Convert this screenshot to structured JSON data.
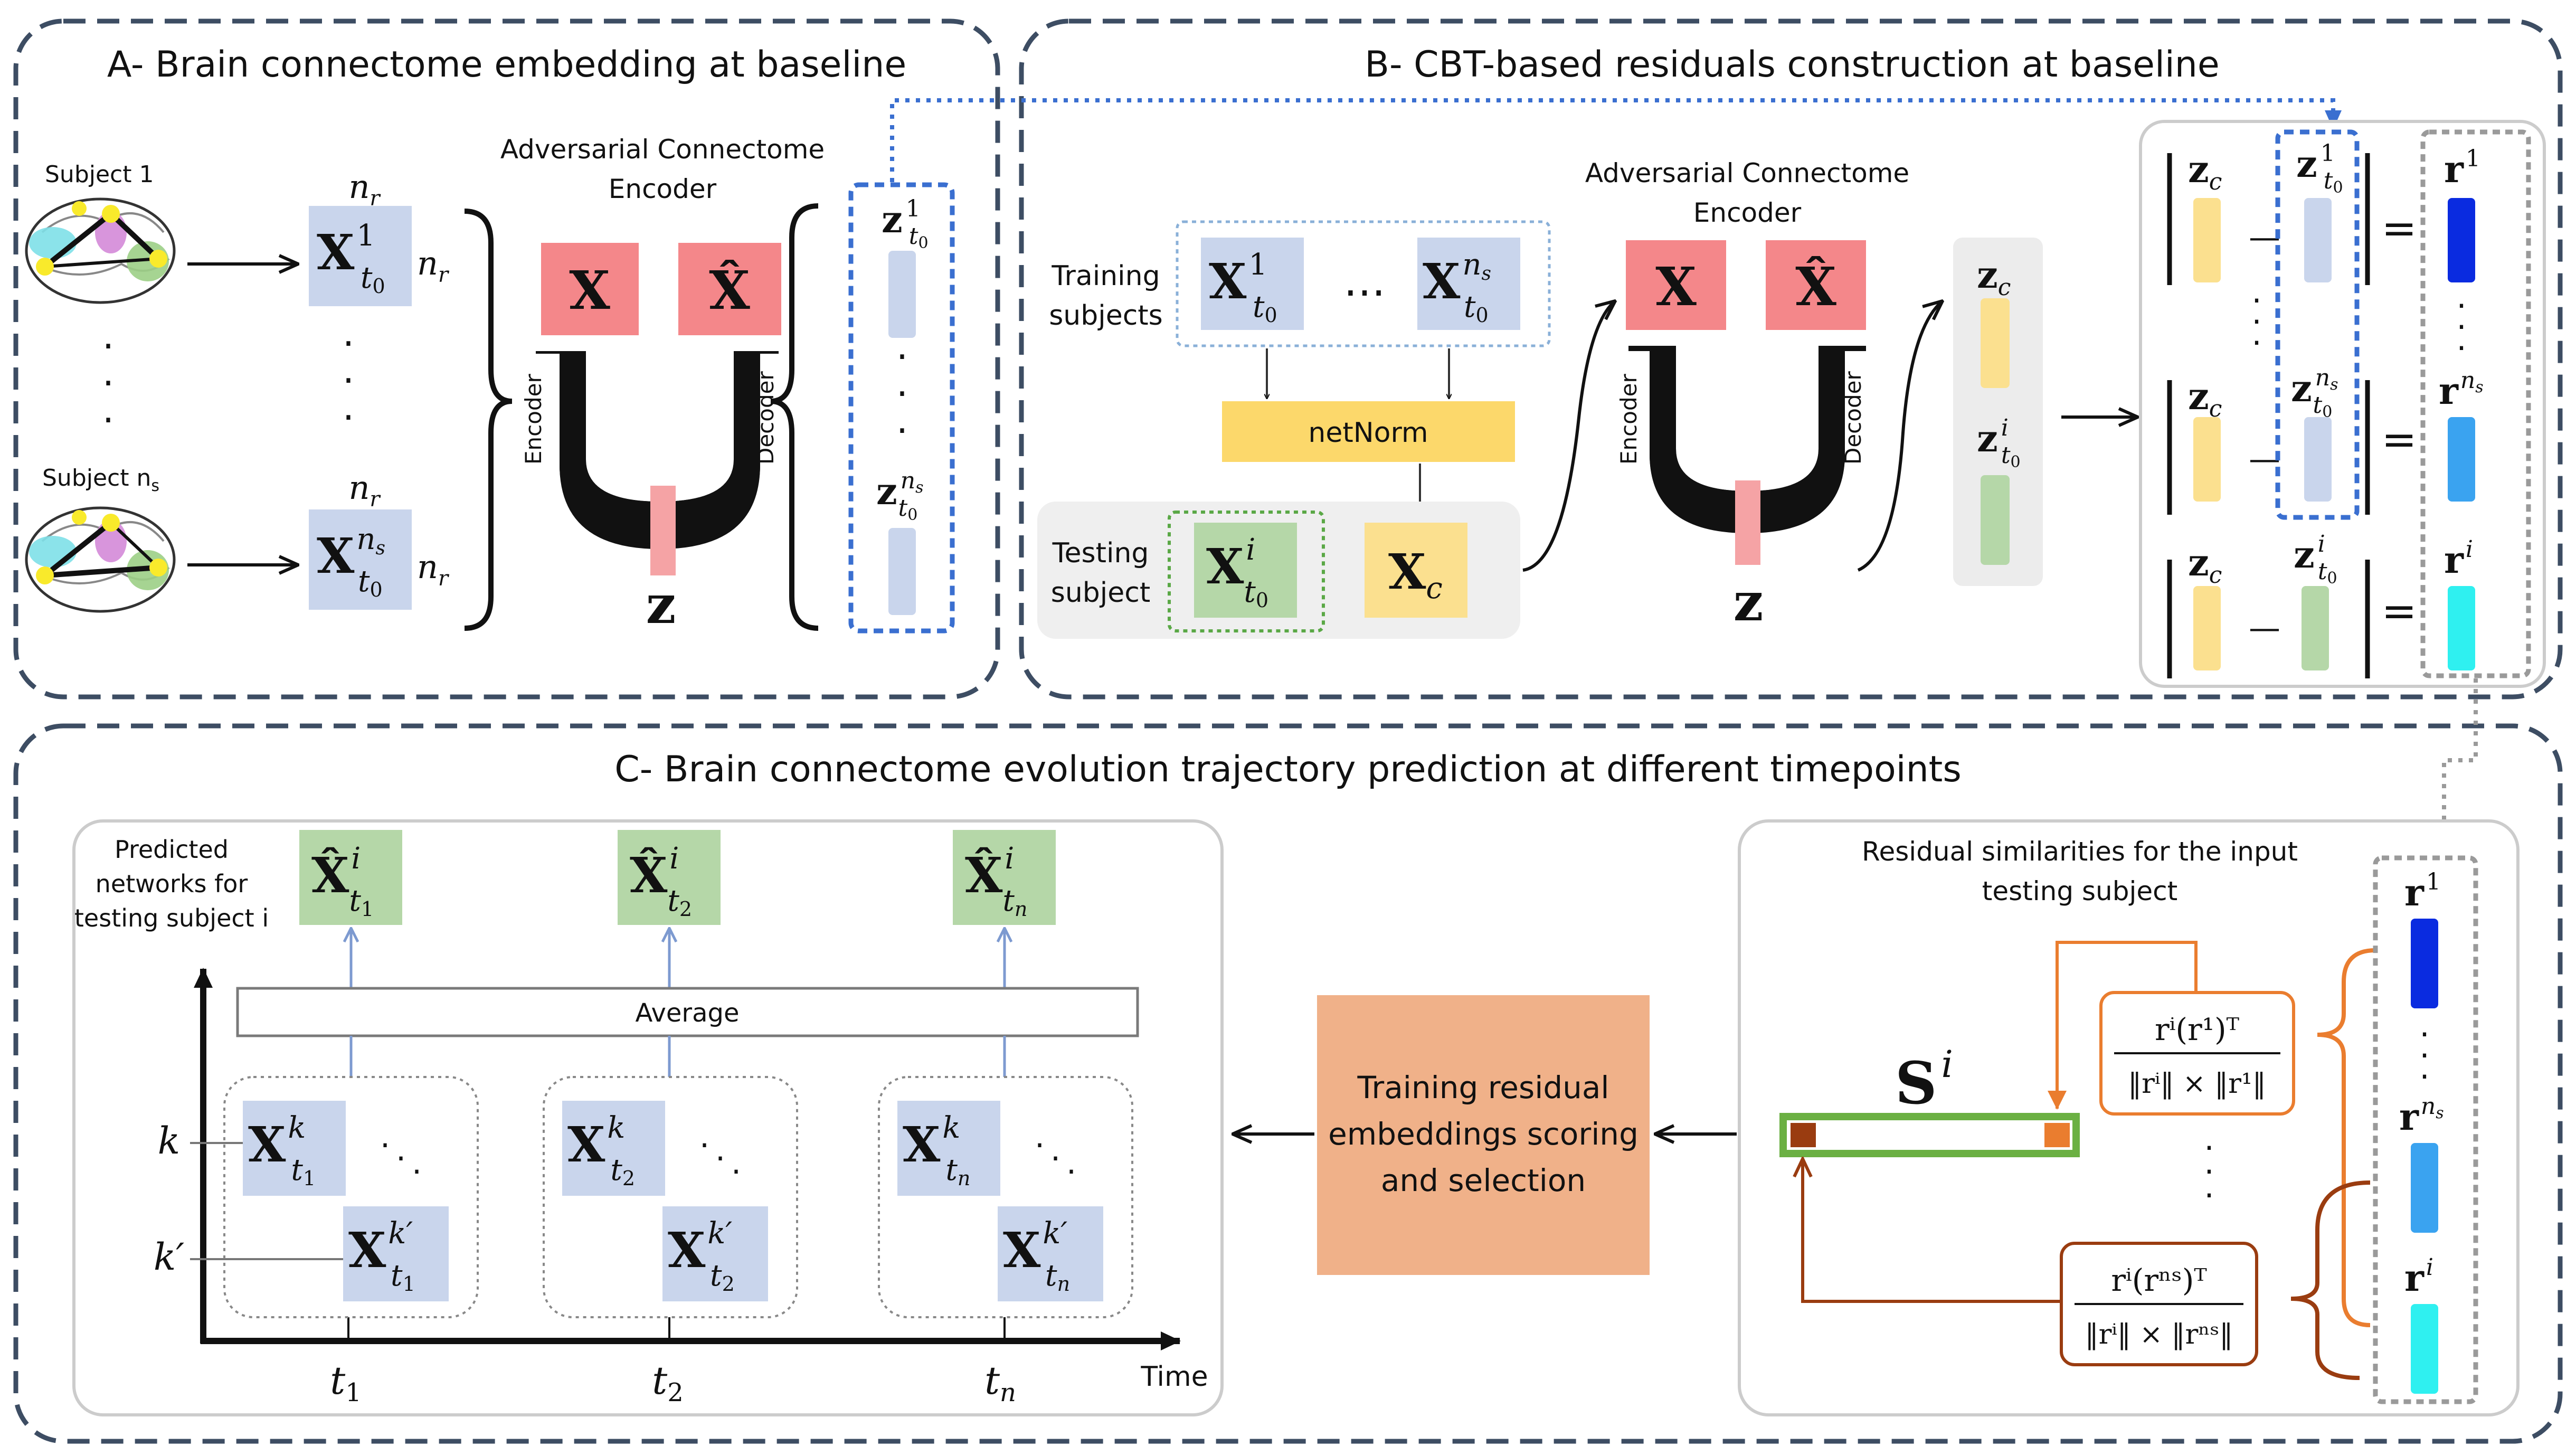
{
  "panels": {
    "a_title": "A- Brain connectome embedding at baseline",
    "b_title": "B- CBT-based residuals construction at baseline",
    "c_title": "C- Brain connectome evolution trajectory prediction at different timepoints"
  },
  "panel_a": {
    "subject_1": "Subject 1",
    "subject_ns": "Subject n",
    "subject_ns_sub": "s",
    "n_r": "n",
    "n_r_sub": "r",
    "X": "X",
    "x1_sup": "1",
    "xns_sup": "n",
    "xns_sup_sub": "s",
    "t0_sub": "t",
    "t0_subsub": "0",
    "encoder_title_1": "Adversarial Connectome",
    "encoder_title_2": "Encoder",
    "encoder_label": "Encoder",
    "decoder_label": "Decoder",
    "x_in": "X",
    "x_hat": "X̂",
    "z_bottleneck": "z",
    "z": "z",
    "dots": "…"
  },
  "panel_b": {
    "training_1": "Training",
    "training_2": "subjects",
    "testing_1": "Testing",
    "testing_2": "subject",
    "netnorm": "netNorm",
    "xc": "X",
    "xc_sub": "c",
    "xi_sup": "i",
    "encoder_title_1": "Adversarial Connectome",
    "encoder_title_2": "Encoder",
    "encoder_label": "Encoder",
    "decoder_label": "Decoder",
    "x_in": "X",
    "x_hat": "X̂",
    "z_bottleneck": "z",
    "zc": "z",
    "zc_sub": "c",
    "zi_sup": "i",
    "r": "r",
    "r1_sup": "1",
    "rns_sup": "n",
    "rns_sup_sub": "s",
    "ri_sup": "i",
    "minus": "—",
    "equals": "="
  },
  "panel_c": {
    "predicted_1": "Predicted",
    "predicted_2": "networks for",
    "predicted_3": "testing subject i",
    "average": "Average",
    "time": "Time",
    "k": "k",
    "k_prime": "k′",
    "t1": "t",
    "t1_sub": "1",
    "t2": "t",
    "t2_sub": "2",
    "tn": "t",
    "tn_sub": "n",
    "x_hat": "X̂",
    "x": "X",
    "scoring_1": "Training residual",
    "scoring_2": "embeddings scoring",
    "scoring_3": "and selection",
    "residual_title_1": "Residual similarities for the input",
    "residual_title_2": "testing subject",
    "s_label": "S",
    "s_sup": "i",
    "formula_1_num": "rⁱ(r¹)ᵀ",
    "formula_1_den": "‖rⁱ‖ × ‖r¹‖",
    "formula_ns_num": "rⁱ(rⁿˢ)ᵀ",
    "formula_ns_den": "‖rⁱ‖ × ‖rⁿˢ‖"
  },
  "colors": {
    "panel_border": "#3d4d63",
    "blue_box": "#c9d5ec",
    "green_box": "#b5d7a8",
    "yellow_box": "#fbe08f",
    "red_box": "#f4878a",
    "netnorm": "#fcd86b",
    "orange_box": "#f0b189",
    "dashed_blue": "#3a6fd0",
    "dashed_gray": "#9a9a9a",
    "dashed_green": "#5aa846",
    "r1": "#0a2be0",
    "rns": "#3aa3f0",
    "ri": "#2ff0f0",
    "arrow_orange": "#ea7d2f",
    "arrow_brown": "#9a3c10",
    "green_bar": "#6bb043"
  }
}
